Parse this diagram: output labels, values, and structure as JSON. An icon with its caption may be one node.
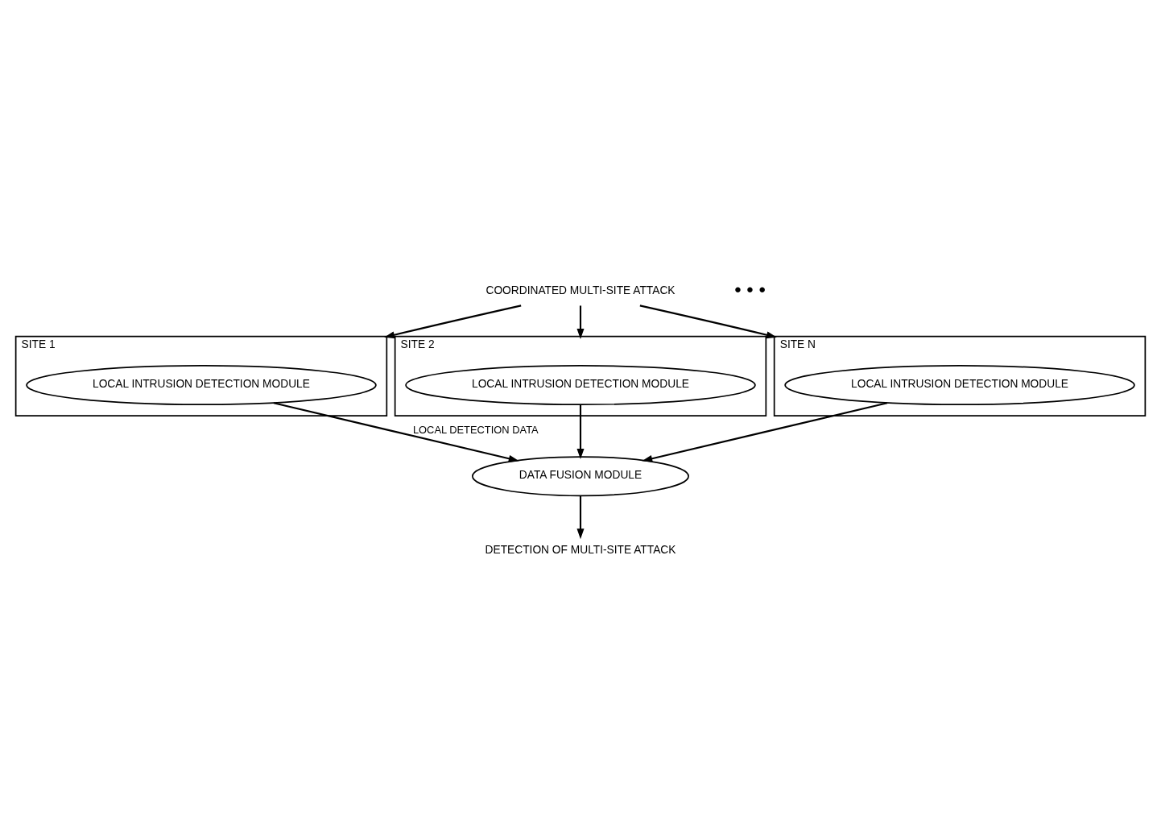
{
  "diagram": {
    "nodes": [
      {
        "text": [
          "COORDINATED MULTI-SITE ATTACK"
        ]
      },
      {
        "text": [
          "SITE 1"
        ]
      },
      {
        "text": [
          "LOCAL INTRUSION DETECTION MODULE"
        ],
        "in": 1
      },
      {
        "text": [
          "SITE 2"
        ]
      },
      {
        "text": [
          "LOCAL INTRUSION DETECTION MODULE"
        ],
        "in": 3
      },
      {
        "text": [
          "SITE N"
        ]
      },
      {
        "text": [
          "LOCAL INTRUSION DETECTION MODULE"
        ],
        "in": 5
      },
      {
        "text": [
          "DATA FUSION MODULE"
        ]
      },
      {
        "text": [
          "DETECTION OF MULTI-SITE ATTACK"
        ]
      }
    ],
    "edges": [
      {
        "from": 0,
        "to": 1,
        "arrow": "to"
      },
      {
        "from": 0,
        "to": 3,
        "arrow": "to"
      },
      {
        "from": 0,
        "to": 5,
        "arrow": "to"
      },
      {
        "from": 2,
        "to": 7,
        "arrow": "to",
        "label": "LOCAL DETECTION DATA"
      },
      {
        "from": 4,
        "to": 7,
        "arrow": "to"
      },
      {
        "from": 6,
        "to": 7,
        "arrow": "to"
      },
      {
        "from": 7,
        "to": 8,
        "arrow": "to"
      }
    ],
    "labels": [
      "• • •"
    ]
  }
}
